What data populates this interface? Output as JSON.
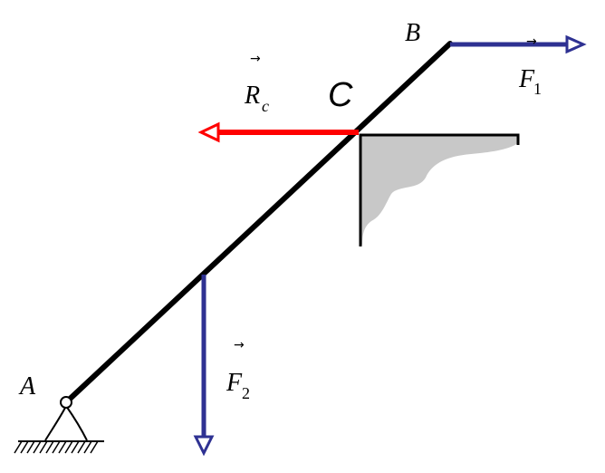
{
  "points": {
    "a": "A",
    "b": "B",
    "c": "C"
  },
  "forces": {
    "f1": {
      "letter": "F",
      "sub": "1"
    },
    "f2": {
      "letter": "F",
      "sub": "2"
    },
    "rc": {
      "letter": "R",
      "sub": "c"
    },
    "vector_mark": "→"
  },
  "colors": {
    "beam": "#000000",
    "applied_force": "#2e3192",
    "reaction_force": "#ff0000",
    "wall_fill": "#c8c8c8",
    "hatch": "#000000"
  }
}
